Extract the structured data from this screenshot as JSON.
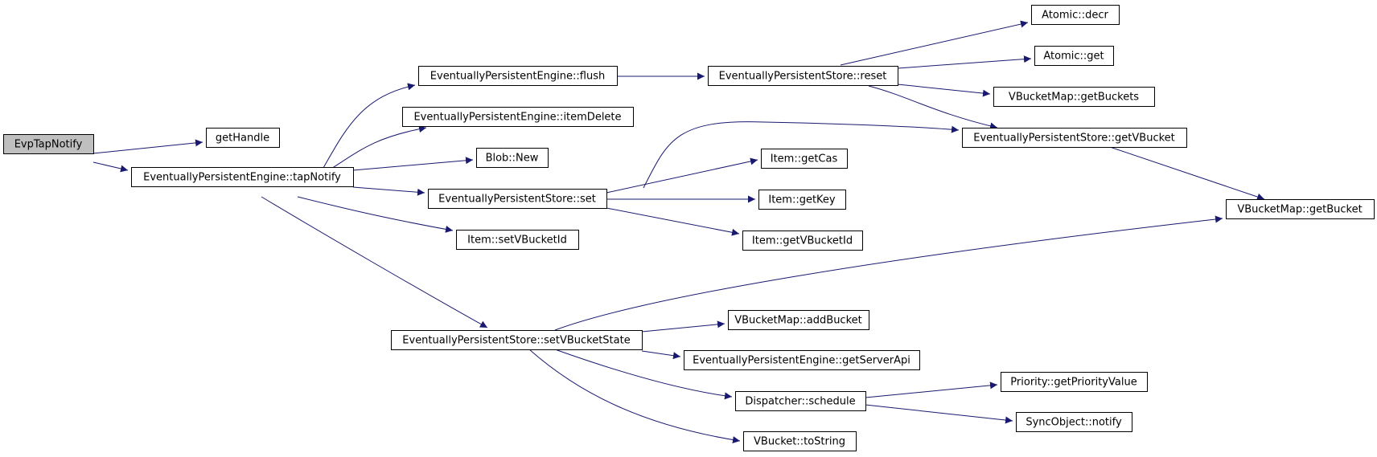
{
  "graph": {
    "nodes": [
      {
        "id": "n0",
        "label": "EvpTapNotify",
        "root": true
      },
      {
        "id": "n1",
        "label": "getHandle"
      },
      {
        "id": "n2",
        "label": "EventuallyPersistentEngine::tapNotify"
      },
      {
        "id": "n3",
        "label": "EventuallyPersistentEngine::flush"
      },
      {
        "id": "n4",
        "label": "EventuallyPersistentEngine::itemDelete"
      },
      {
        "id": "n5",
        "label": "Blob::New"
      },
      {
        "id": "n6",
        "label": "EventuallyPersistentStore::set"
      },
      {
        "id": "n7",
        "label": "Item::setVBucketId"
      },
      {
        "id": "n8",
        "label": "EventuallyPersistentStore::setVBucketState"
      },
      {
        "id": "n9",
        "label": "EventuallyPersistentStore::reset"
      },
      {
        "id": "n10",
        "label": "Atomic::decr"
      },
      {
        "id": "n11",
        "label": "Atomic::get"
      },
      {
        "id": "n12",
        "label": "VBucketMap::getBuckets"
      },
      {
        "id": "n13",
        "label": "EventuallyPersistentStore::getVBucket"
      },
      {
        "id": "n14",
        "label": "VBucketMap::getBucket"
      },
      {
        "id": "n15",
        "label": "Item::getCas"
      },
      {
        "id": "n16",
        "label": "Item::getKey"
      },
      {
        "id": "n17",
        "label": "Item::getVBucketId"
      },
      {
        "id": "n18",
        "label": "VBucketMap::addBucket"
      },
      {
        "id": "n19",
        "label": "EventuallyPersistentEngine::getServerApi"
      },
      {
        "id": "n20",
        "label": "Dispatcher::schedule"
      },
      {
        "id": "n21",
        "label": "Priority::getPriorityValue"
      },
      {
        "id": "n22",
        "label": "SyncObject::notify"
      },
      {
        "id": "n23",
        "label": "VBucket::toString"
      }
    ],
    "edges": [
      {
        "from": "n0",
        "to": "n1"
      },
      {
        "from": "n0",
        "to": "n2"
      },
      {
        "from": "n2",
        "to": "n3"
      },
      {
        "from": "n2",
        "to": "n4"
      },
      {
        "from": "n2",
        "to": "n5"
      },
      {
        "from": "n2",
        "to": "n6"
      },
      {
        "from": "n2",
        "to": "n7"
      },
      {
        "from": "n2",
        "to": "n8"
      },
      {
        "from": "n3",
        "to": "n9"
      },
      {
        "from": "n9",
        "to": "n10"
      },
      {
        "from": "n9",
        "to": "n11"
      },
      {
        "from": "n9",
        "to": "n12"
      },
      {
        "from": "n9",
        "to": "n13"
      },
      {
        "from": "n6",
        "to": "n13"
      },
      {
        "from": "n6",
        "to": "n15"
      },
      {
        "from": "n6",
        "to": "n16"
      },
      {
        "from": "n6",
        "to": "n17"
      },
      {
        "from": "n13",
        "to": "n14"
      },
      {
        "from": "n8",
        "to": "n14"
      },
      {
        "from": "n8",
        "to": "n18"
      },
      {
        "from": "n8",
        "to": "n19"
      },
      {
        "from": "n8",
        "to": "n20"
      },
      {
        "from": "n8",
        "to": "n23"
      },
      {
        "from": "n20",
        "to": "n21"
      },
      {
        "from": "n20",
        "to": "n22"
      }
    ],
    "colors": {
      "edge": "#191970",
      "root_fill": "#bfbfbf",
      "node_fill": "#ffffff",
      "node_stroke": "#000000"
    }
  }
}
